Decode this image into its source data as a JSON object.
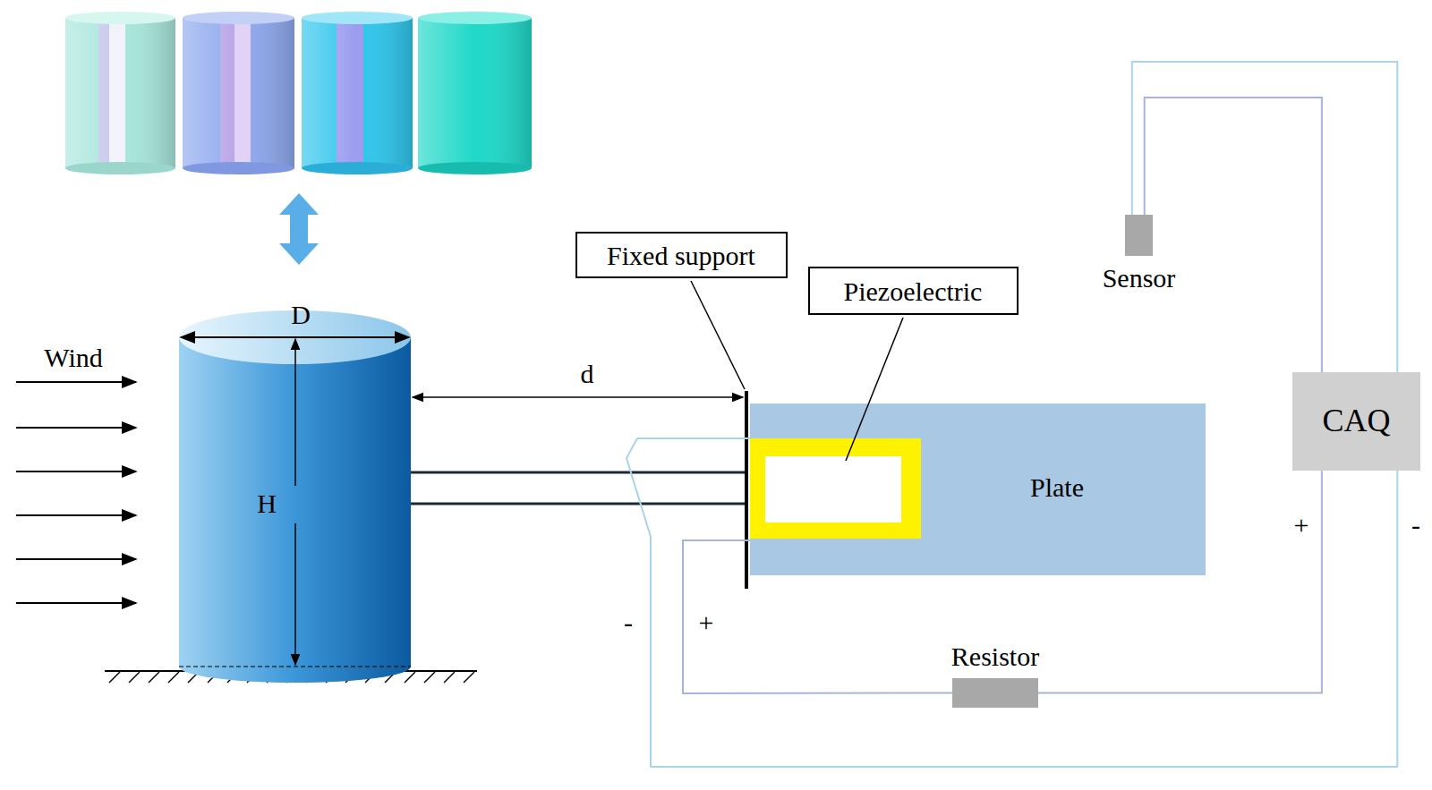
{
  "diagram": {
    "nodes": [
      {
        "text": [
          "Fixed support"
        ]
      },
      {
        "text": [
          "Piezoelectric"
        ]
      },
      {
        "text": [
          "Sensor"
        ]
      },
      {
        "text": [
          "CAQ"
        ]
      },
      {
        "text": [
          "Plate"
        ]
      },
      {
        "text": [
          "Resistor"
        ]
      }
    ],
    "edges": [
      {
        "from": 2,
        "to": 3,
        "arrow": "none"
      },
      {
        "from": 2,
        "to": 3,
        "arrow": "none"
      },
      {
        "from": 3,
        "to": 5,
        "arrow": "none"
      },
      {
        "from": 5,
        "to": 4,
        "arrow": "none"
      },
      {
        "from": 3,
        "to": 4,
        "arrow": "none"
      }
    ],
    "labels": [
      "Wind",
      "D",
      "H",
      "d",
      "-",
      "+",
      "+",
      "-"
    ]
  }
}
